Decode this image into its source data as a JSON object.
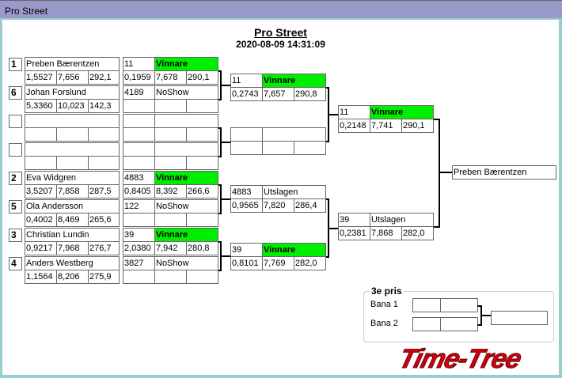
{
  "window_title": "Pro Street",
  "header": {
    "title": "Pro Street",
    "datetime": "2020-08-09 14:31:09"
  },
  "round1": [
    {
      "seed": "1",
      "name": "Preben Bærentzen",
      "stats": [
        "1,5527",
        "7,656",
        "292,1"
      ],
      "lane": "11",
      "status": "Vinnare",
      "res": [
        "0,1959",
        "7,678",
        "290,1"
      ]
    },
    {
      "seed": "6",
      "name": "Johan Forslund",
      "stats": [
        "5,3360",
        "10,023",
        "142,3"
      ],
      "lane": "4189",
      "status": "NoShow",
      "res": [
        "",
        "",
        ""
      ]
    },
    {
      "seed": "",
      "name": "",
      "stats": [
        "",
        "",
        ""
      ],
      "lane": "",
      "status": "",
      "res": [
        "",
        "",
        ""
      ]
    },
    {
      "seed": "",
      "name": "",
      "stats": [
        "",
        "",
        ""
      ],
      "lane": "",
      "status": "",
      "res": [
        "",
        "",
        ""
      ]
    },
    {
      "seed": "2",
      "name": "Eva Widgren",
      "stats": [
        "3,5207",
        "7,858",
        "287,5"
      ],
      "lane": "4883",
      "status": "Vinnare",
      "res": [
        "0,8405",
        "8,392",
        "266,6"
      ]
    },
    {
      "seed": "5",
      "name": "Ola Andersson",
      "stats": [
        "0,4002",
        "8,469",
        "265,6"
      ],
      "lane": "122",
      "status": "NoShow",
      "res": [
        "",
        "",
        ""
      ]
    },
    {
      "seed": "3",
      "name": "Christian Lundin",
      "stats": [
        "0,9217",
        "7,968",
        "276,7"
      ],
      "lane": "39",
      "status": "Vinnare",
      "res": [
        "2,0380",
        "7,942",
        "280,8"
      ]
    },
    {
      "seed": "4",
      "name": "Anders Westberg",
      "stats": [
        "1,1564",
        "8,206",
        "275,9"
      ],
      "lane": "3827",
      "status": "NoShow",
      "res": [
        "",
        "",
        ""
      ]
    }
  ],
  "round2": [
    {
      "lane": "11",
      "status": "Vinnare",
      "res": [
        "0,2743",
        "7,657",
        "290,8"
      ]
    },
    {
      "lane": "",
      "status": "",
      "res": [
        "",
        "",
        ""
      ]
    },
    {
      "lane": "4883",
      "status": "Utslagen",
      "res": [
        "0,9565",
        "7,820",
        "286,4"
      ]
    },
    {
      "lane": "39",
      "status": "Vinnare",
      "res": [
        "0,8101",
        "7,769",
        "282,0"
      ]
    }
  ],
  "round3": [
    {
      "lane": "11",
      "status": "Vinnare",
      "res": [
        "0,2148",
        "7,741",
        "290,1"
      ]
    },
    {
      "lane": "39",
      "status": "Utslagen",
      "res": [
        "0,2381",
        "7,868",
        "282,0"
      ]
    }
  ],
  "winner": "Preben Bærentzen",
  "third_place": {
    "title": "3e pris",
    "lane1_label": "Bana 1",
    "lane2_label": "Bana 2",
    "lane1": [
      "",
      ""
    ],
    "lane2": [
      "",
      ""
    ],
    "result": ""
  },
  "logo_text": "Time-Tree",
  "colors": {
    "winner": "#00ee00",
    "titlebar": "#9999cc",
    "frame": "#99cccc"
  }
}
